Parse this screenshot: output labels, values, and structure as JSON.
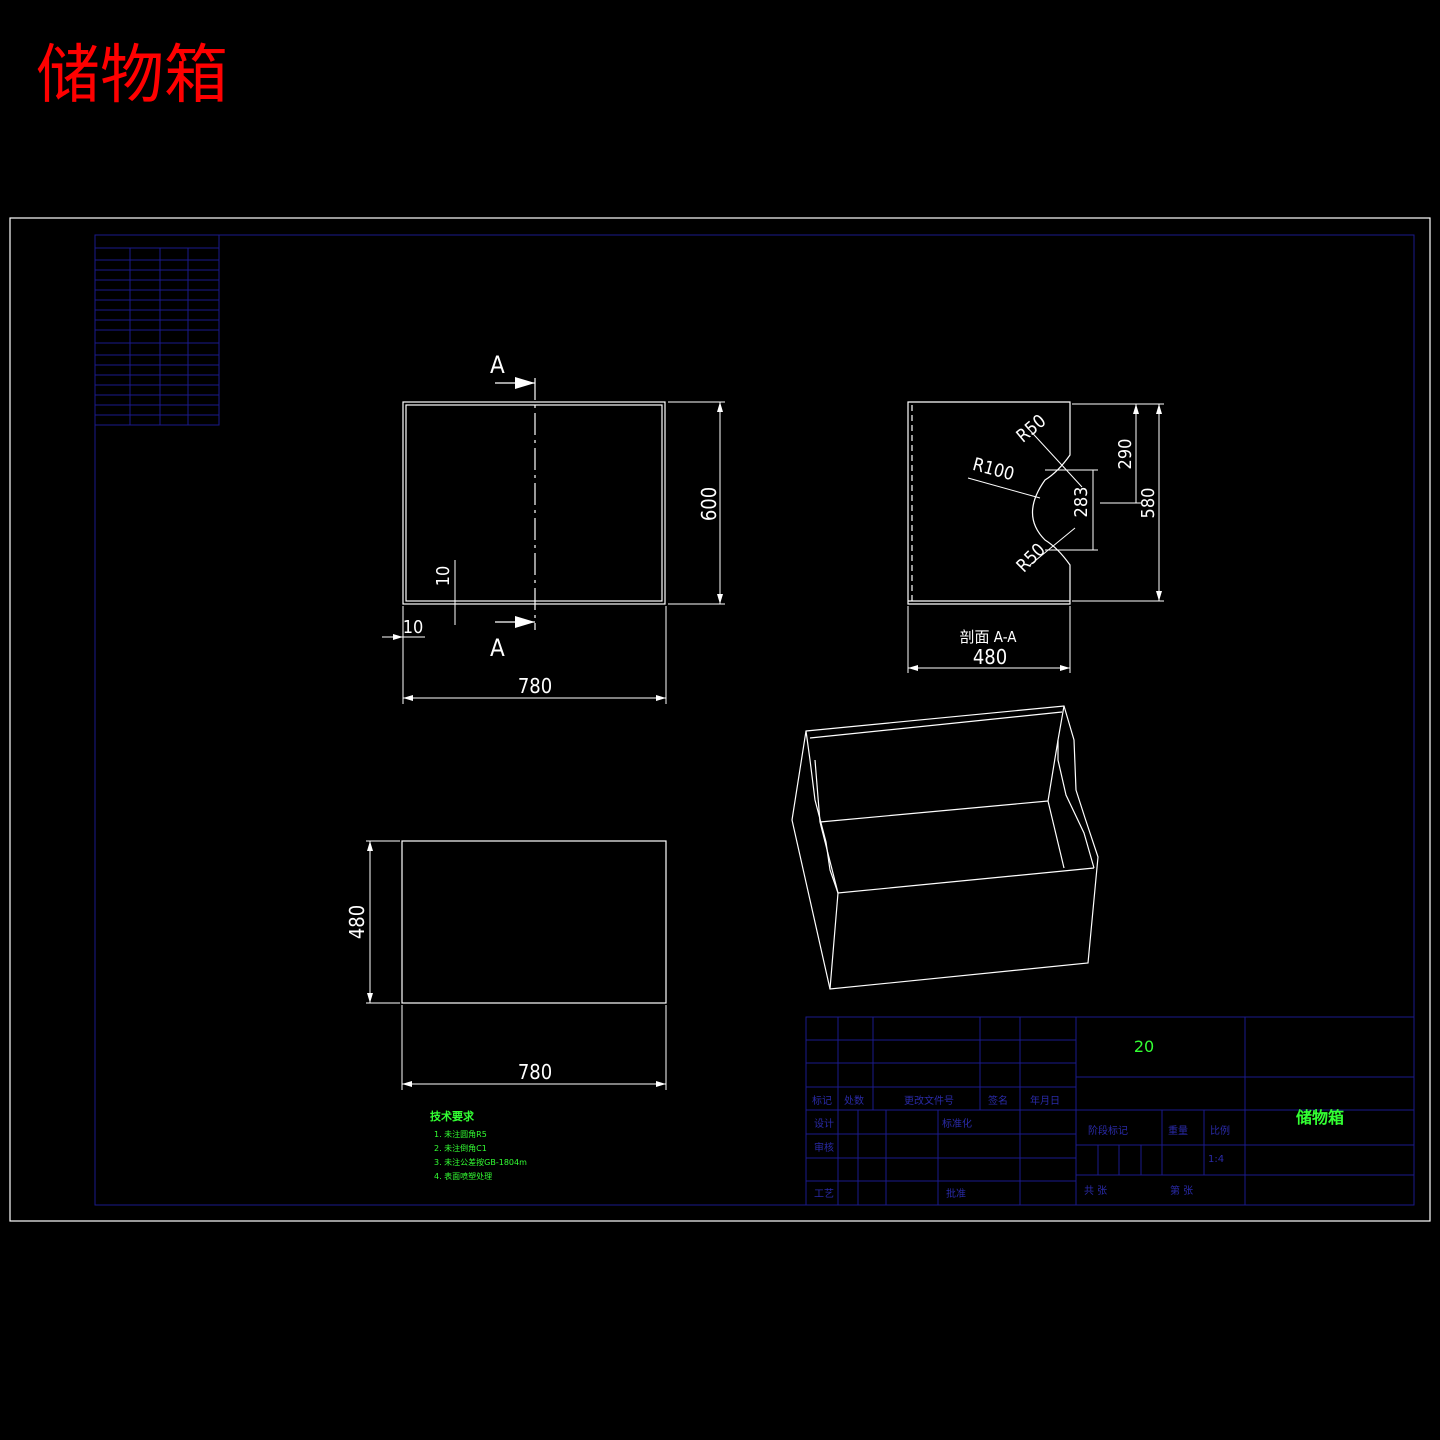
{
  "page_title": "储物箱",
  "front_view": {
    "section_marker_top": "A",
    "section_marker_bottom": "A",
    "dim_width": "780",
    "dim_height": "600",
    "dim_wall_vertical": "10",
    "dim_wall_horizontal": "10"
  },
  "section_view": {
    "label": "剖面 A-A",
    "dim_width": "480",
    "dim_height": "580",
    "dim_upper": "290",
    "dim_cutout": "283",
    "radius_top": "R50",
    "radius_mid": "R100",
    "radius_bottom": "R50"
  },
  "top_view": {
    "dim_width": "780",
    "dim_depth": "480"
  },
  "technical_requirements": {
    "heading": "技术要求",
    "items": [
      "1. 未注圆角R5",
      "2. 未注倒角C1",
      "3. 未注公差按GB-1804m",
      "4. 表面喷塑处理"
    ]
  },
  "title_block": {
    "part_name": "储物箱",
    "scale_value": "20",
    "labels": {
      "mark": "标记",
      "count": "处数",
      "revision_doc": "更改文件号",
      "signature": "签名",
      "date": "年月日",
      "design": "设计",
      "check": "审核",
      "standardize": "标准化",
      "process": "工艺",
      "approve": "批准",
      "stage_mark": "阶段标记",
      "weight": "重量",
      "scale": "比例",
      "ratio": "1:4",
      "sheets_total": "共 张",
      "sheet_no": "第 张"
    }
  }
}
